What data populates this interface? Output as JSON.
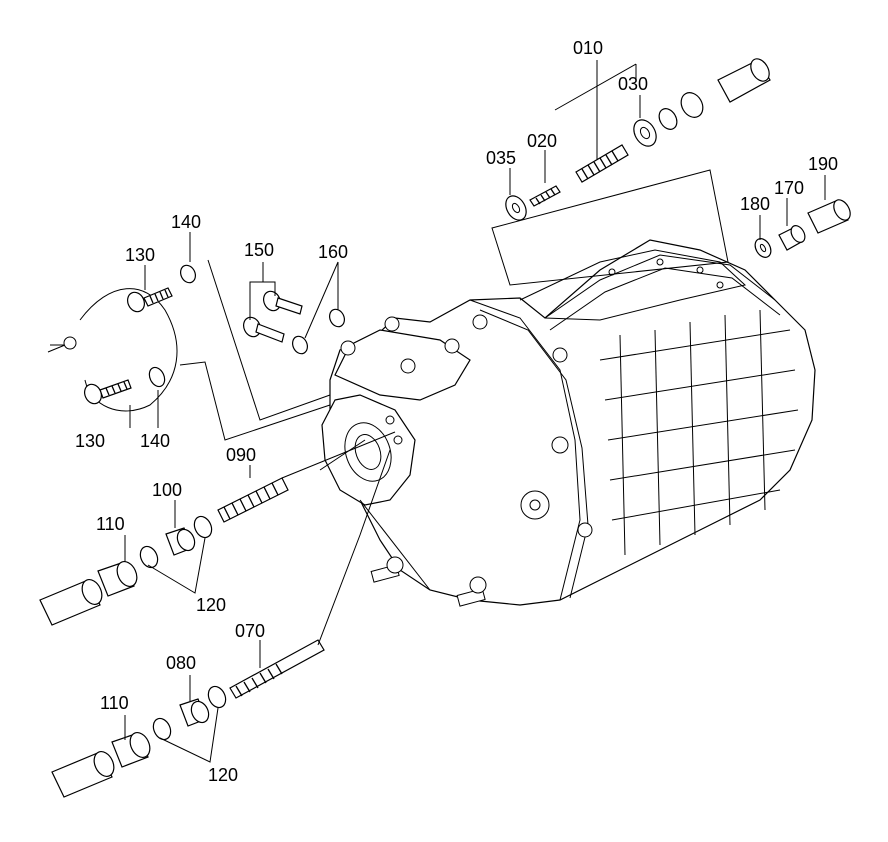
{
  "callouts": [
    {
      "id": "c010",
      "text": "010"
    },
    {
      "id": "c020",
      "text": "020"
    },
    {
      "id": "c030",
      "text": "030"
    },
    {
      "id": "c035",
      "text": "035"
    },
    {
      "id": "c070",
      "text": "070"
    },
    {
      "id": "c080",
      "text": "080"
    },
    {
      "id": "c090",
      "text": "090"
    },
    {
      "id": "c100",
      "text": "100"
    },
    {
      "id": "c110a",
      "text": "110"
    },
    {
      "id": "c110b",
      "text": "110"
    },
    {
      "id": "c120a",
      "text": "120"
    },
    {
      "id": "c120b",
      "text": "120"
    },
    {
      "id": "c130a",
      "text": "130"
    },
    {
      "id": "c130b",
      "text": "130"
    },
    {
      "id": "c140a",
      "text": "140"
    },
    {
      "id": "c140b",
      "text": "140"
    },
    {
      "id": "c150",
      "text": "150"
    },
    {
      "id": "c160",
      "text": "160"
    },
    {
      "id": "c170",
      "text": "170"
    },
    {
      "id": "c180",
      "text": "180"
    },
    {
      "id": "c190",
      "text": "190"
    }
  ]
}
